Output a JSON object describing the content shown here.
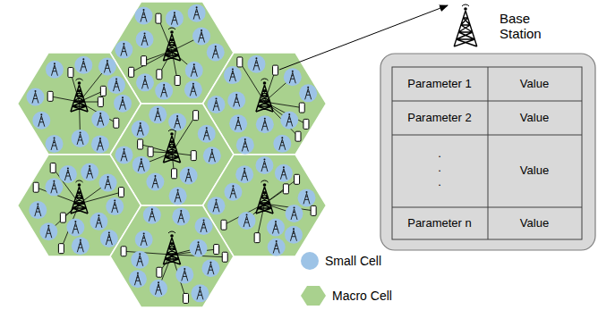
{
  "diagram": {
    "labels": [
      "Base Station",
      "Parameter 1",
      "Value",
      "Parameter 2",
      "Value",
      ".",
      ".",
      ".",
      "Value",
      "Parameter n",
      "Value"
    ],
    "legend": [
      {
        "text": "Small Cell",
        "color": "#9dc3e6"
      },
      {
        "text": "Macro Cell",
        "color": "#a9d18e"
      }
    ]
  }
}
